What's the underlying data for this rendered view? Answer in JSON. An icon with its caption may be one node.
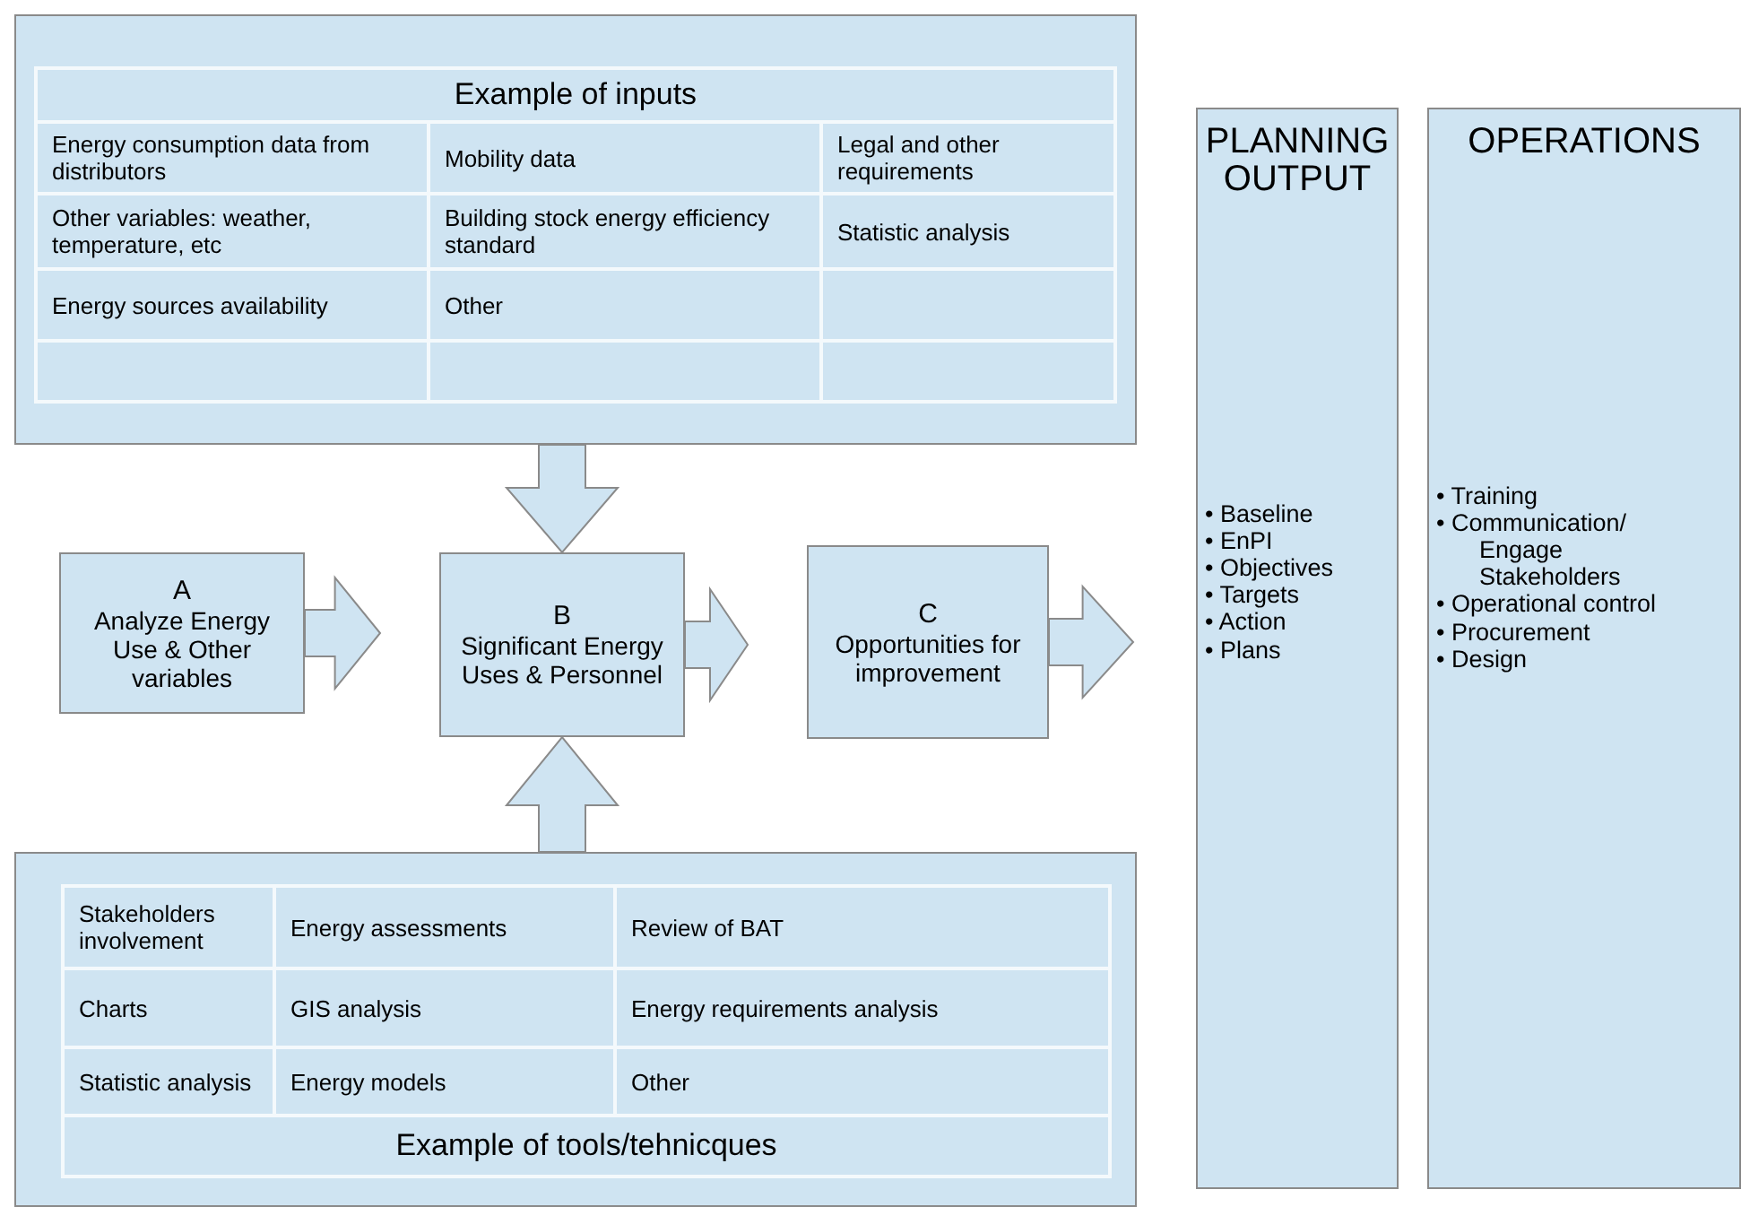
{
  "diagram": {
    "nodes": [
      {
        "text": [
          "Example of inputs"
        ]
      },
      {
        "text": [
          "A",
          "Analyze Energy Use & Other variables"
        ]
      },
      {
        "text": [
          "B",
          "Significant Energy Uses & Personnel"
        ]
      },
      {
        "text": [
          "C",
          "Opportunities for improvement"
        ]
      },
      {
        "text": [
          "Example of tools/tehnicques"
        ]
      },
      {
        "text": [
          "PLANNING OUTPUT",
          "• Baseline",
          "• EnPI",
          "• Objectives",
          "• Targets",
          "• Action",
          "• Plans"
        ]
      },
      {
        "text": [
          "OPERATIONS",
          "• Training",
          "• Communication/ Engage Stakeholders",
          "• Operational control",
          "• Procurement",
          "• Design"
        ]
      }
    ],
    "edges": [
      {
        "from": 0,
        "to": 2,
        "arrow": "to"
      },
      {
        "from": 1,
        "to": 2,
        "arrow": "to"
      },
      {
        "from": 2,
        "to": 3,
        "arrow": "to"
      },
      {
        "from": 4,
        "to": 2,
        "arrow": "to"
      },
      {
        "from": 3,
        "to": null,
        "arrow": "to"
      }
    ],
    "labels": [
      "Energy consumption data from distributors",
      "Mobility data",
      "Legal and other requirements",
      "Other variables: weather, temperature, etc",
      "Building stock energy efficiency standard",
      "Statistic analysis",
      "Energy sources availability",
      "Other",
      "Stakeholders involvement",
      "Energy assessments",
      "Review of BAT",
      "Charts",
      "GIS analysis",
      "Energy requirements analysis",
      "Statistic analysis",
      "Energy models",
      "Other"
    ]
  }
}
